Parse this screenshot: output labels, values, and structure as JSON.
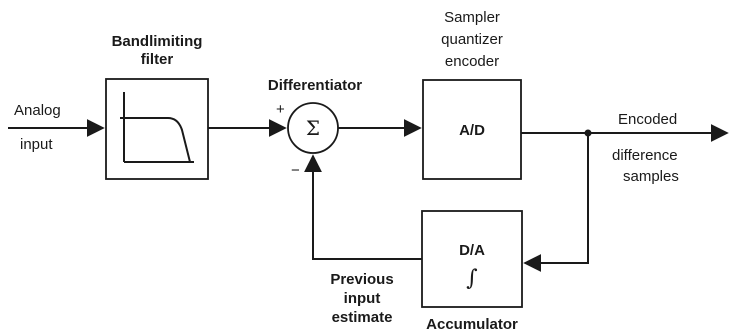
{
  "labels": {
    "analog_input_line1": "Analog",
    "analog_input_line2": "input",
    "filter_title_line1": "Bandlimiting",
    "filter_title_line2": "filter",
    "differentiator": "Differentiator",
    "plus_sign": "+",
    "minus_sign": "−",
    "sigma": "Σ",
    "sampler_line1": "Sampler",
    "sampler_line2": "quantizer",
    "sampler_line3": "encoder",
    "ad_label": "A/D",
    "output_line1": "Encoded",
    "output_line2": "difference",
    "output_line3": "samples",
    "da_label": "D/A",
    "integral": "∫",
    "prev_line1": "Previous",
    "prev_line2": "input",
    "prev_line3": "estimate",
    "accumulator": "Accumulator"
  }
}
